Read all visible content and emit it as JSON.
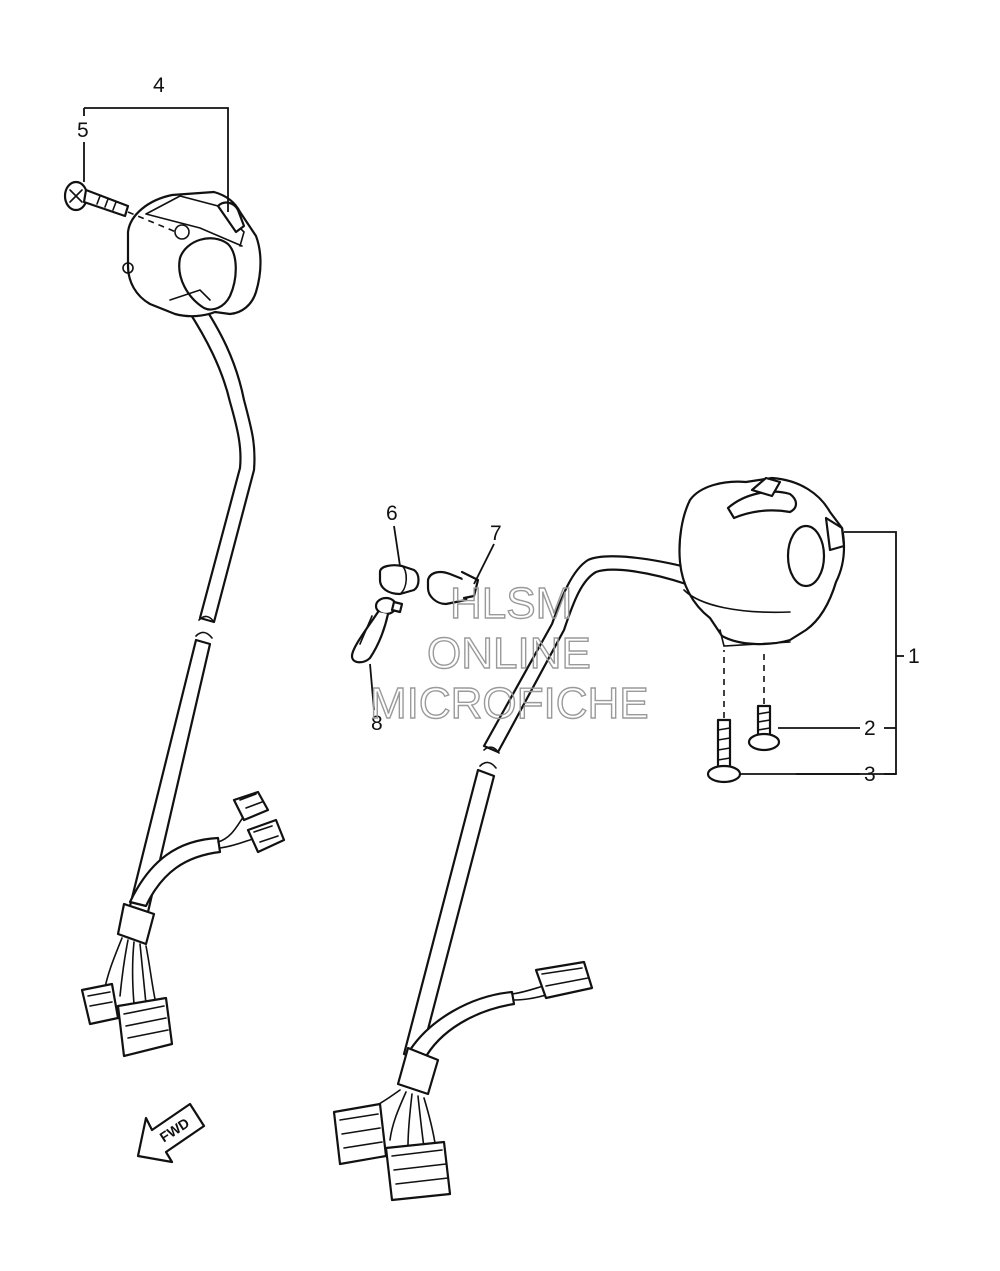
{
  "callouts": {
    "c1": "1",
    "c2": "2",
    "c3": "3",
    "c4": "4",
    "c5": "5",
    "c6": "6",
    "c7": "7",
    "c8": "8"
  },
  "watermark": {
    "line1": "HLSM",
    "line2": "ONLINE",
    "line3": "MICROFICHE"
  },
  "direction_arrow": {
    "label": "FWD"
  },
  "colors": {
    "line": "#111111",
    "watermark": "#9a9a9a",
    "background": "#ffffff"
  }
}
